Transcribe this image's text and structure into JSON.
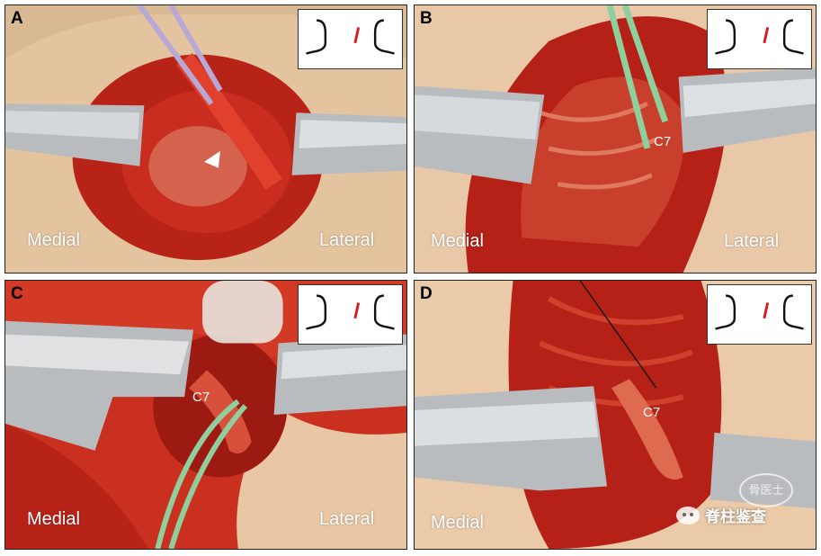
{
  "panels": [
    {
      "letter": "A",
      "left_label": "Medial",
      "right_label": "Lateral",
      "nerve_label": ""
    },
    {
      "letter": "B",
      "left_label": "Medial",
      "right_label": "Lateral",
      "nerve_label": "C7"
    },
    {
      "letter": "C",
      "left_label": "Medial",
      "right_label": "Lateral",
      "nerve_label": "C7"
    },
    {
      "letter": "D",
      "left_label": "Medial",
      "right_label": "",
      "nerve_label": "C7"
    }
  ],
  "watermark": {
    "text": "脊柱鉴查",
    "stamp": "骨医士"
  },
  "colors": {
    "tissue": "#c8261c",
    "tissue_dark": "#8e150f",
    "skin": "#e9c7a4",
    "retractor": "#b9bcbf",
    "inset_mark": "#d61c1c",
    "loop_green": "#8fcf9d",
    "loop_purple": "#b7a8d6"
  }
}
